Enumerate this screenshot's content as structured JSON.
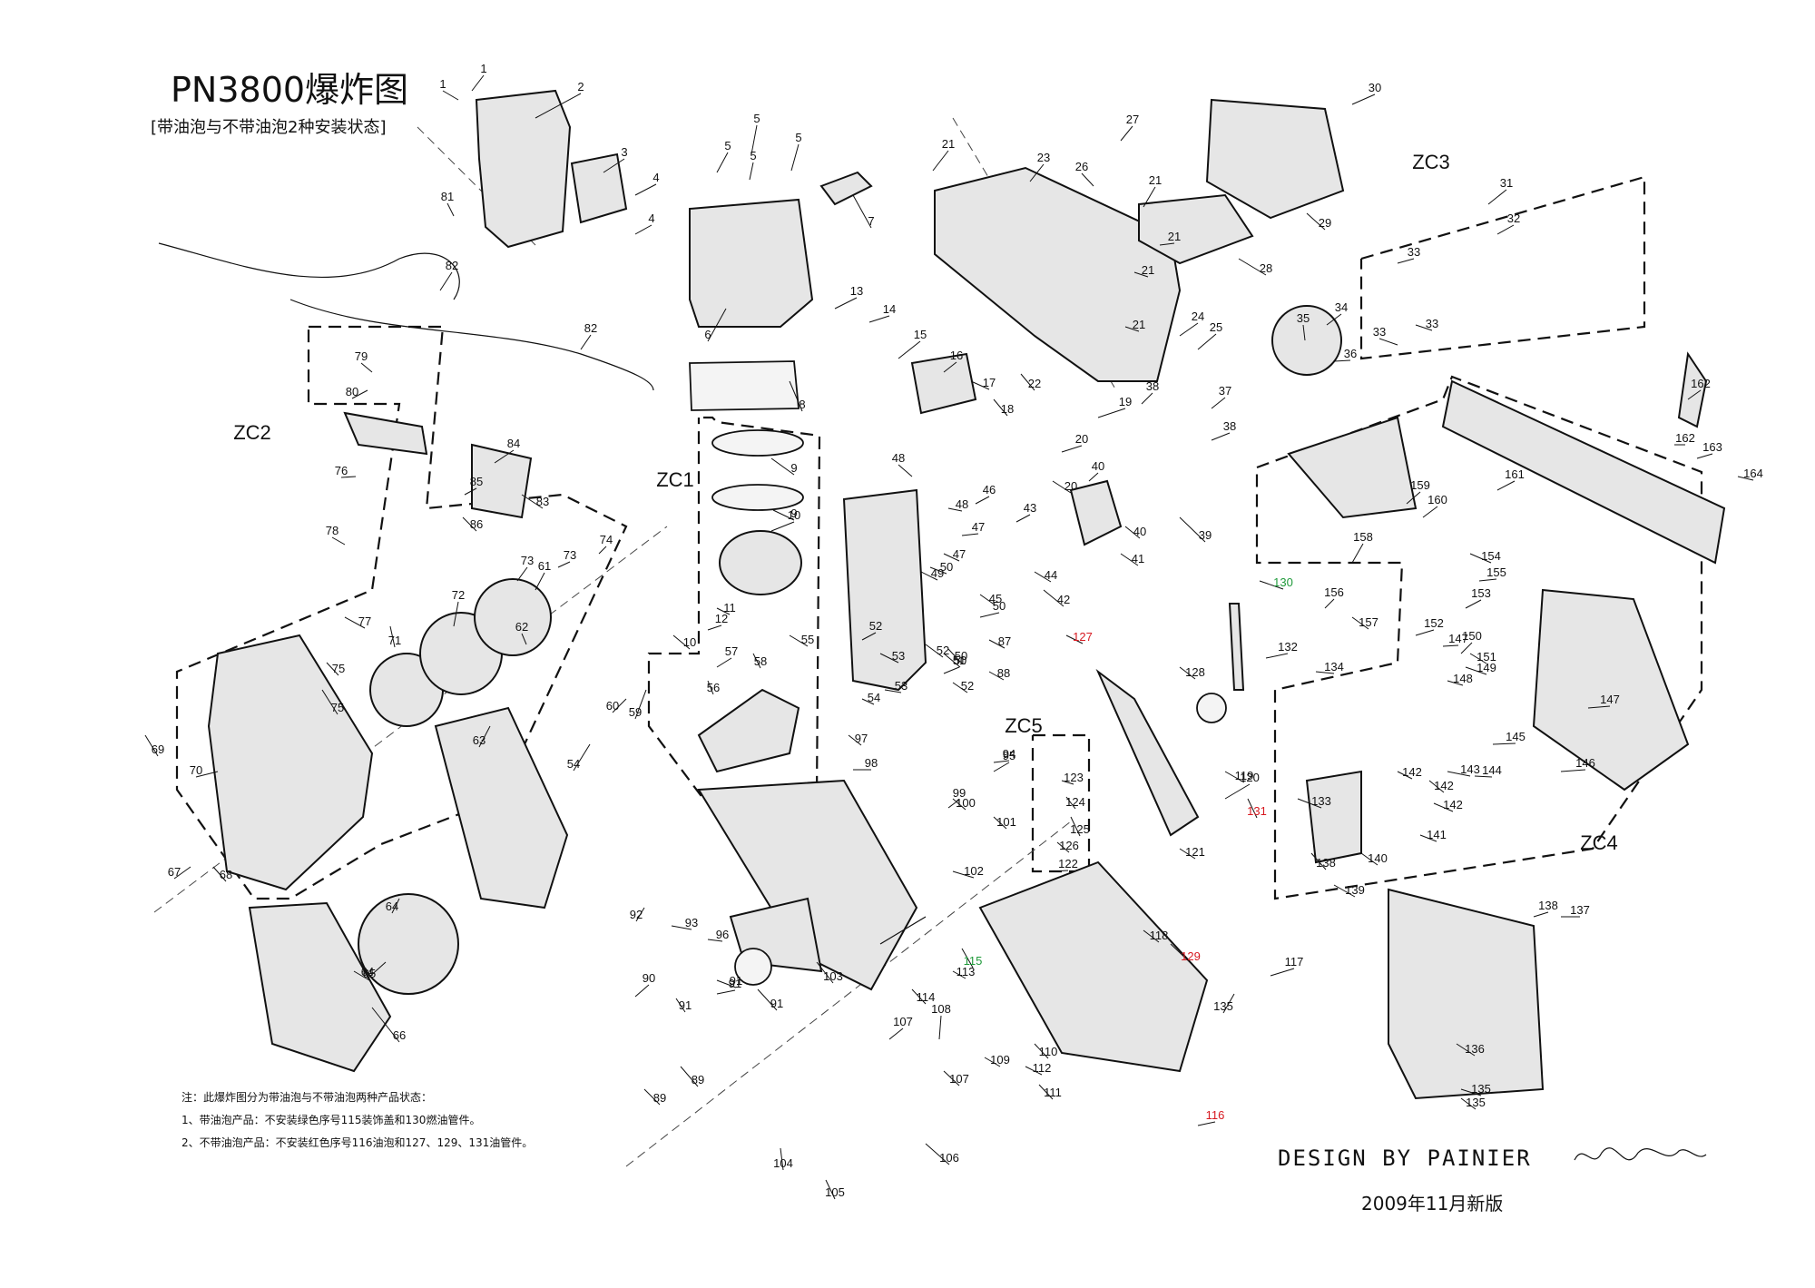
{
  "title": "PN3800爆炸图",
  "subtitle": "[带油泡与不带油泡2种安装状态]",
  "notes": [
    "注：此爆炸图分为带油泡与不带油泡两种产品状态：",
    "1、带油泡产品：不安装绿色序号115装饰盖和130燃油管件。",
    "2、不带油泡产品：不安装红色序号116油泡和127、129、131油管件。"
  ],
  "signature_text": "DESIGN  BY  PAINIER",
  "edition": "2009年11月新版",
  "colors": {
    "line": "#111111",
    "red": "#d71920",
    "green": "#1f9a3a",
    "part_fill": "#e6e6e6"
  },
  "groups": [
    "ZC1",
    "ZC2",
    "ZC3",
    "ZC4",
    "ZC5"
  ],
  "labels": [
    "1",
    "1",
    "2",
    "3",
    "4",
    "4",
    "5",
    "5",
    "5",
    "5",
    "6",
    "7",
    "8",
    "9",
    "9",
    "10",
    "10",
    "11",
    "12",
    "13",
    "14",
    "15",
    "16",
    "17",
    "18",
    "19",
    "20",
    "20",
    "21",
    "21",
    "21",
    "21",
    "21",
    "22",
    "23",
    "24",
    "25",
    "26",
    "27",
    "28",
    "29",
    "30",
    "31",
    "32",
    "33",
    "33",
    "33",
    "34",
    "35",
    "36",
    "37",
    "38",
    "38",
    "39",
    "40",
    "40",
    "41",
    "42",
    "43",
    "44",
    "45",
    "46",
    "47",
    "47",
    "48",
    "48",
    "49",
    "50",
    "50",
    "50",
    "50",
    "51",
    "52",
    "52",
    "52",
    "53",
    "53",
    "54",
    "54",
    "55",
    "56",
    "57",
    "58",
    "59",
    "60",
    "61",
    "62",
    "63",
    "64",
    "64",
    "65",
    "66",
    "67",
    "68",
    "69",
    "70",
    "71",
    "72",
    "73",
    "73",
    "74",
    "75",
    "75",
    "76",
    "77",
    "78",
    "79",
    "80",
    "81",
    "82",
    "82",
    "83",
    "84",
    "85",
    "86",
    "87",
    "88",
    "89",
    "89",
    "90",
    "91",
    "91",
    "91",
    "91",
    "92",
    "93",
    "94",
    "95",
    "96",
    "97",
    "98",
    "99",
    "100",
    "101",
    "102",
    "103",
    "104",
    "105",
    "106",
    "107",
    "107",
    "108",
    "109",
    "110",
    "111",
    "112",
    "113",
    "114",
    "115",
    "116",
    "117",
    "118",
    "119",
    "120",
    "121",
    "122",
    "123",
    "124",
    "125",
    "126",
    "127",
    "128",
    "129",
    "130",
    "131",
    "132",
    "133",
    "134",
    "135",
    "135",
    "135",
    "136",
    "137",
    "138",
    "138",
    "139",
    "140",
    "141",
    "142",
    "142",
    "142",
    "143",
    "144",
    "145",
    "146",
    "147",
    "147",
    "148",
    "149",
    "150",
    "151",
    "152",
    "153",
    "154",
    "155",
    "156",
    "157",
    "158",
    "159",
    "160",
    "161",
    "162",
    "162",
    "163",
    "164"
  ]
}
